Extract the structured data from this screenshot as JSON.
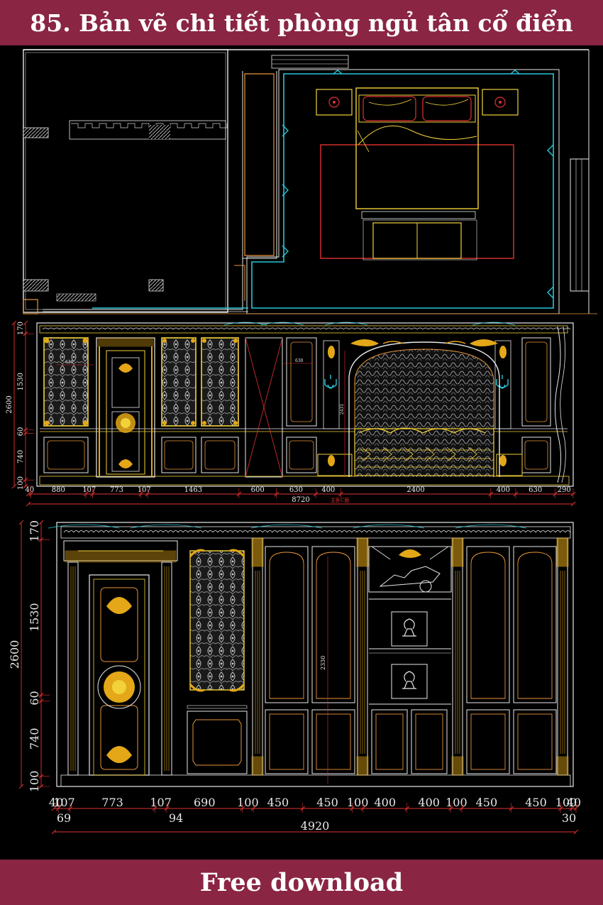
{
  "title": "85. Bản vẽ chi tiết phòng ngủ tân cổ điển",
  "footer": "Free download",
  "colors": {
    "banner": "#8a2544",
    "cyan": "#29c6d8",
    "yellow": "#f2d23a",
    "gold": "#e3a717",
    "red": "#e23232",
    "white": "#e8e8e8",
    "orange": "#e9953a"
  },
  "elevation1": {
    "vertical_dims": [
      "170",
      "1530",
      "60",
      "740",
      "100"
    ],
    "overall_height": "2600",
    "horizontal_dims": [
      "40",
      "880",
      "107",
      "773",
      "107",
      "1463",
      "600",
      "630",
      "400",
      "2400",
      "400",
      "630",
      "290"
    ],
    "total": "8720",
    "inner_height": "2431",
    "label": "主卧C面",
    "panel_dims": [
      "630",
      "630"
    ]
  },
  "elevation2": {
    "vertical_dims": [
      "170",
      "1530",
      "60",
      "740",
      "100"
    ],
    "overall_height": "2600",
    "horizontal_dims": [
      "40",
      "107",
      "773",
      "107",
      "690",
      "100",
      "450",
      "450",
      "100",
      "400",
      "400",
      "100",
      "450",
      "450",
      "100",
      "40"
    ],
    "sub_dims": [
      "69",
      "94",
      "30"
    ],
    "total": "4920",
    "inner_height": "2330"
  }
}
